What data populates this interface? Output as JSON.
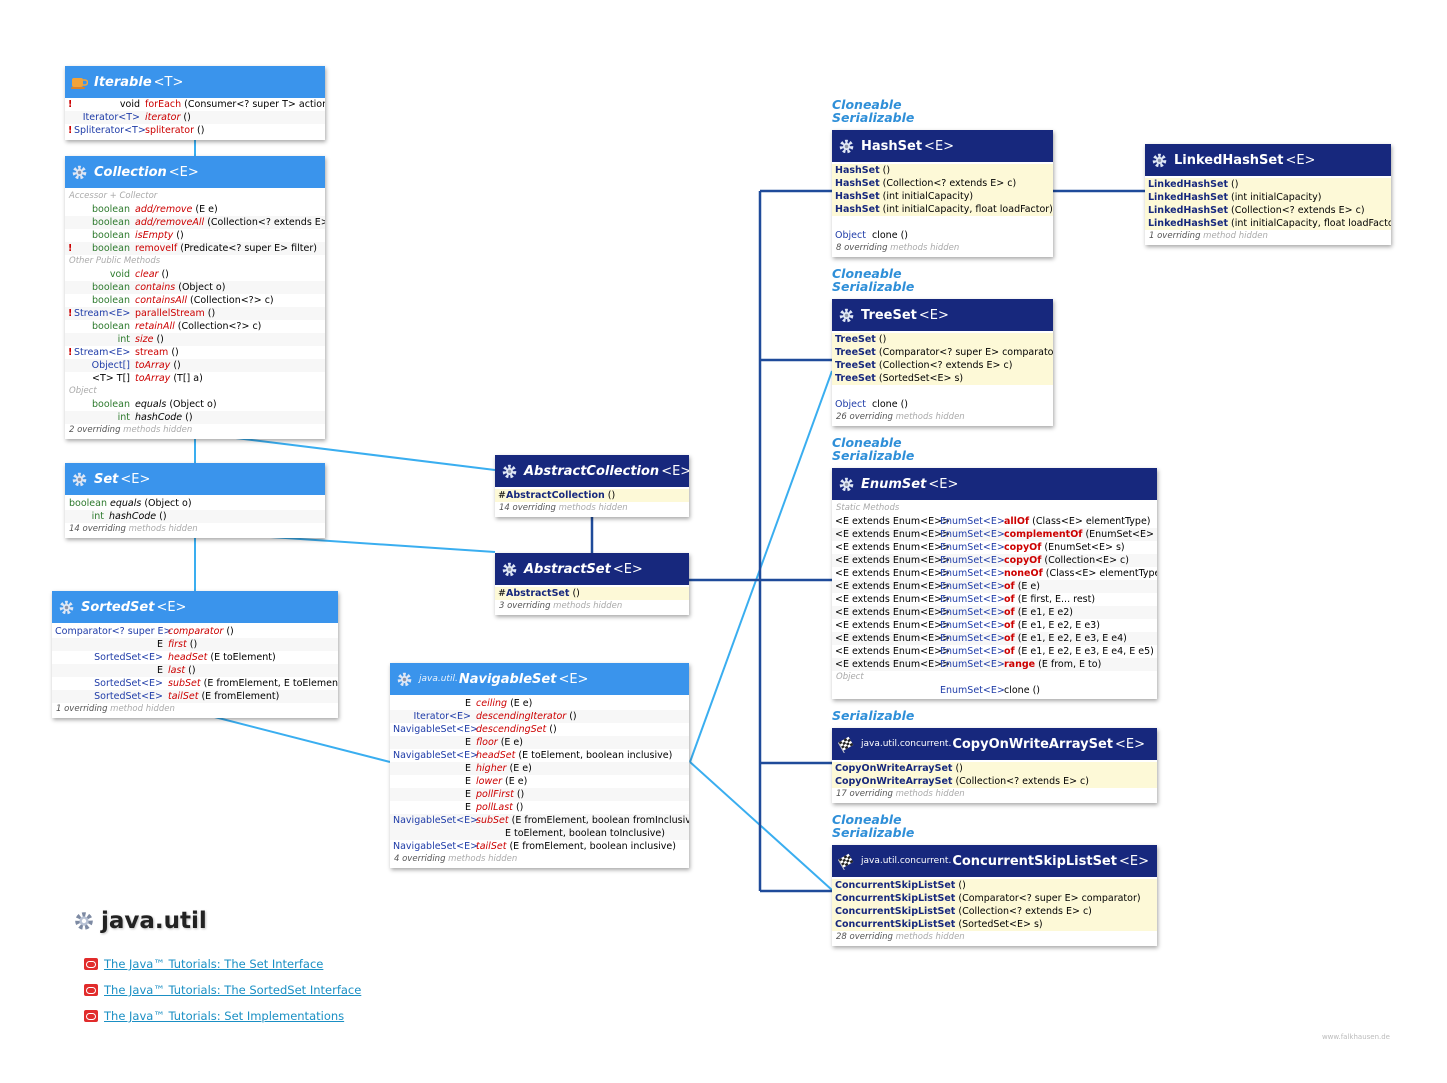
{
  "colors": {
    "header_blue": "#3a94ec",
    "header_dark": "#17287d",
    "line_light": "#3aaef0",
    "line_dark": "#1f4b9a",
    "constructor_row": "#fdf9d7",
    "method_name": "#cc0000",
    "type_link": "#1f3ca8"
  },
  "iterable": {
    "name": "Iterable",
    "generic": "<T>",
    "icon": "coffee-cup-icon",
    "rows": [
      {
        "mark": "!",
        "ret": "void",
        "name": "forEach",
        "args": "(Consumer<? super T> action)"
      },
      {
        "mark": "",
        "ret": "Iterator<T>",
        "name": "iterator",
        "args": "()"
      },
      {
        "mark": "!",
        "ret": "Spliterator<T>",
        "name": "spliterator",
        "args": "()"
      }
    ]
  },
  "collection": {
    "name": "Collection",
    "generic": "<E>",
    "icon": "gear-icon",
    "sections": [
      {
        "title": "Accessor + Collector",
        "rows": [
          {
            "mark": "",
            "ret": "boolean",
            "name": "add/remove",
            "args": "(E e)"
          },
          {
            "mark": "",
            "ret": "boolean",
            "name": "add/removeAll",
            "args": "(Collection<? extends E> c)"
          },
          {
            "mark": "",
            "ret": "boolean",
            "name": "isEmpty",
            "args": "()"
          },
          {
            "mark": "!",
            "ret": "boolean",
            "name": "removeIf",
            "args": "(Predicate<? super E> filter)"
          }
        ]
      },
      {
        "title": "Other Public Methods",
        "rows": [
          {
            "mark": "",
            "ret": "void",
            "name": "clear",
            "args": "()"
          },
          {
            "mark": "",
            "ret": "boolean",
            "name": "contains",
            "args": "(Object o)"
          },
          {
            "mark": "",
            "ret": "boolean",
            "name": "containsAll",
            "args": "(Collection<?> c)"
          },
          {
            "mark": "!",
            "ret": "Stream<E>",
            "name": "parallelStream",
            "args": "()"
          },
          {
            "mark": "",
            "ret": "boolean",
            "name": "retainAll",
            "args": "(Collection<?> c)"
          },
          {
            "mark": "",
            "ret": "int",
            "name": "size",
            "args": "()"
          },
          {
            "mark": "!",
            "ret": "Stream<E>",
            "name": "stream",
            "args": "()"
          },
          {
            "mark": "",
            "ret": "Object[]",
            "name": "toArray",
            "args": "()"
          },
          {
            "mark": "",
            "ret": "<T> T[]",
            "name": "toArray",
            "args": "(T[] a)"
          }
        ]
      },
      {
        "title": "Object",
        "rows": [
          {
            "mark": "",
            "ret": "boolean",
            "name": "equals",
            "args": "(Object o)"
          },
          {
            "mark": "",
            "ret": "int",
            "name": "hashCode",
            "args": "()"
          }
        ]
      }
    ],
    "footer_count": "2 overriding",
    "footer_rest": "methods hidden"
  },
  "set": {
    "name": "Set",
    "generic": "<E>",
    "icon": "gear-icon",
    "rows": [
      {
        "ret": "boolean",
        "name": "equals",
        "args": "(Object o)"
      },
      {
        "ret": "int",
        "name": "hashCode",
        "args": "()"
      }
    ],
    "footer_count": "14 overriding",
    "footer_rest": "methods hidden"
  },
  "sortedset": {
    "name": "SortedSet",
    "generic": "<E>",
    "icon": "gear-icon",
    "rows": [
      {
        "ret": "Comparator<? super E>",
        "name": "comparator",
        "args": "()"
      },
      {
        "ret": "E",
        "name": "first",
        "args": "()"
      },
      {
        "ret": "SortedSet<E>",
        "name": "headSet",
        "args": "(E toElement)"
      },
      {
        "ret": "E",
        "name": "last",
        "args": "()"
      },
      {
        "ret": "SortedSet<E>",
        "name": "subSet",
        "args": "(E fromElement, E toElement)"
      },
      {
        "ret": "SortedSet<E>",
        "name": "tailSet",
        "args": "(E fromElement)"
      }
    ],
    "footer_count": "1 overriding",
    "footer_rest": "method hidden"
  },
  "abstractcollection": {
    "name": "AbstractCollection",
    "generic": "<E>",
    "icon": "gear-icon",
    "ctor_mark": "#",
    "ctor": "AbstractCollection",
    "ctor_args": "()",
    "footer_count": "14 overriding",
    "footer_rest": "methods hidden"
  },
  "abstractset": {
    "name": "AbstractSet",
    "generic": "<E>",
    "icon": "gear-icon",
    "ctor_mark": "#",
    "ctor": "AbstractSet",
    "ctor_args": "()",
    "footer_count": "3 overriding",
    "footer_rest": "methods hidden"
  },
  "navigableset": {
    "package": "java.util.",
    "name": "NavigableSet",
    "generic": "<E>",
    "icon": "gear-icon",
    "rows": [
      {
        "ret": "E",
        "name": "ceiling",
        "args": "(E e)"
      },
      {
        "ret": "Iterator<E>",
        "name": "descendingIterator",
        "args": "()"
      },
      {
        "ret": "NavigableSet<E>",
        "name": "descendingSet",
        "args": "()"
      },
      {
        "ret": "E",
        "name": "floor",
        "args": "(E e)"
      },
      {
        "ret": "NavigableSet<E>",
        "name": "headSet",
        "args": "(E toElement, boolean inclusive)"
      },
      {
        "ret": "E",
        "name": "higher",
        "args": "(E e)"
      },
      {
        "ret": "E",
        "name": "lower",
        "args": "(E e)"
      },
      {
        "ret": "E",
        "name": "pollFirst",
        "args": "()"
      },
      {
        "ret": "E",
        "name": "pollLast",
        "args": "()"
      },
      {
        "ret": "NavigableSet<E>",
        "name": "subSet",
        "args": "(E fromElement, boolean fromInclusive,"
      },
      {
        "ret": "",
        "name": "",
        "args": "E toElement, boolean toInclusive)"
      },
      {
        "ret": "NavigableSet<E>",
        "name": "tailSet",
        "args": "(E fromElement, boolean inclusive)"
      }
    ],
    "footer_count": "4 overriding",
    "footer_rest": "methods hidden"
  },
  "hashset": {
    "interfaces": [
      "Cloneable",
      "Serializable"
    ],
    "name": "HashSet",
    "generic": "<E>",
    "icon": "gear-icon",
    "ctors": [
      {
        "name": "HashSet",
        "args": "()"
      },
      {
        "name": "HashSet",
        "args": "(Collection<? extends E> c)"
      },
      {
        "name": "HashSet",
        "args": "(int initialCapacity)"
      },
      {
        "name": "HashSet",
        "args": "(int initialCapacity, float loadFactor)"
      }
    ],
    "method": {
      "ret": "Object",
      "name": "clone",
      "args": "()"
    },
    "footer_count": "8 overriding",
    "footer_rest": "methods hidden"
  },
  "linkedhashset": {
    "name": "LinkedHashSet",
    "generic": "<E>",
    "icon": "gear-icon",
    "ctors": [
      {
        "name": "LinkedHashSet",
        "args": "()"
      },
      {
        "name": "LinkedHashSet",
        "args": "(int initialCapacity)"
      },
      {
        "name": "LinkedHashSet",
        "args": "(Collection<? extends E> c)"
      },
      {
        "name": "LinkedHashSet",
        "args": "(int initialCapacity, float loadFactor)"
      }
    ],
    "footer_count": "1 overriding",
    "footer_rest": "method hidden"
  },
  "treeset": {
    "interfaces": [
      "Cloneable",
      "Serializable"
    ],
    "name": "TreeSet",
    "generic": "<E>",
    "icon": "gear-icon",
    "ctors": [
      {
        "name": "TreeSet",
        "args": "()"
      },
      {
        "name": "TreeSet",
        "args": "(Comparator<? super E> comparator)"
      },
      {
        "name": "TreeSet",
        "args": "(Collection<? extends E> c)"
      },
      {
        "name": "TreeSet",
        "args": "(SortedSet<E> s)"
      }
    ],
    "method": {
      "ret": "Object",
      "name": "clone",
      "args": "()"
    },
    "footer_count": "26 overriding",
    "footer_rest": "methods hidden"
  },
  "enumset": {
    "interfaces": [
      "Cloneable",
      "Serializable"
    ],
    "name": "EnumSet",
    "generic": "<E>",
    "icon": "gear-icon",
    "section_static": "Static Methods",
    "static_prefix": "<E extends Enum<E>>",
    "static_ret": "EnumSet<E>",
    "rows": [
      {
        "name": "allOf",
        "args": "(Class<E> elementType)"
      },
      {
        "name": "complementOf",
        "args": "(EnumSet<E> s)"
      },
      {
        "name": "copyOf",
        "args": "(EnumSet<E> s)"
      },
      {
        "name": "copyOf",
        "args": "(Collection<E> c)"
      },
      {
        "name": "noneOf",
        "args": "(Class<E> elementType)"
      },
      {
        "name": "of",
        "args": "(E e)"
      },
      {
        "name": "of",
        "args": "(E first, E... rest)"
      },
      {
        "name": "of",
        "args": "(E e1, E e2)"
      },
      {
        "name": "of",
        "args": "(E e1, E e2, E e3)"
      },
      {
        "name": "of",
        "args": "(E e1, E e2, E e3, E e4)"
      },
      {
        "name": "of",
        "args": "(E e1, E e2, E e3, E e4, E e5)"
      },
      {
        "name": "range",
        "args": "(E from, E to)"
      }
    ],
    "section_object": "Object",
    "clone": {
      "ret": "EnumSet<E>",
      "name": "clone",
      "args": "()"
    }
  },
  "cowset": {
    "interfaces": [
      "Serializable"
    ],
    "package": "java.util.concurrent.",
    "name": "CopyOnWriteArraySet",
    "generic": "<E>",
    "icon": "checkered-flag-icon",
    "ctors": [
      {
        "name": "CopyOnWriteArraySet",
        "args": "()"
      },
      {
        "name": "CopyOnWriteArraySet",
        "args": "(Collection<? extends E> c)"
      }
    ],
    "footer_count": "17 overriding",
    "footer_rest": "methods hidden"
  },
  "skiplistset": {
    "interfaces": [
      "Cloneable",
      "Serializable"
    ],
    "package": "java.util.concurrent.",
    "name": "ConcurrentSkipListSet",
    "generic": "<E>",
    "icon": "checkered-flag-icon",
    "ctors": [
      {
        "name": "ConcurrentSkipListSet",
        "args": "()"
      },
      {
        "name": "ConcurrentSkipListSet",
        "args": "(Comparator<? super E> comparator)"
      },
      {
        "name": "ConcurrentSkipListSet",
        "args": "(Collection<? extends E> c)"
      },
      {
        "name": "ConcurrentSkipListSet",
        "args": "(SortedSet<E> s)"
      }
    ],
    "footer_count": "28 overriding",
    "footer_rest": "methods hidden"
  },
  "package": {
    "title": "java.util",
    "icon": "gear-icon"
  },
  "links": [
    {
      "icon": "oracle-icon",
      "text": "The Java™ Tutorials: The Set Interface"
    },
    {
      "icon": "oracle-icon",
      "text": "The Java™ Tutorials: The SortedSet Interface"
    },
    {
      "icon": "oracle-icon",
      "text": "The Java™ Tutorials: Set Implementations"
    }
  ],
  "watermark": "www.falkhausen.de"
}
